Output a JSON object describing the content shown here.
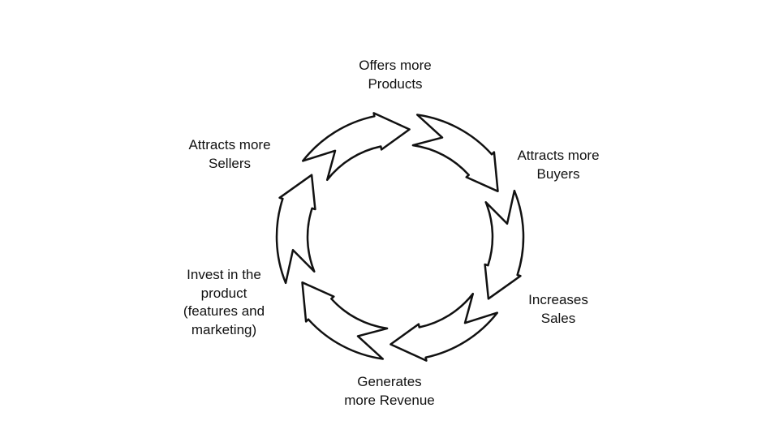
{
  "diagram": {
    "steps": [
      {
        "lines": [
          "Offers more",
          "Products"
        ]
      },
      {
        "lines": [
          "Attracts more",
          "Buyers"
        ]
      },
      {
        "lines": [
          "Increases",
          "Sales"
        ]
      },
      {
        "lines": [
          "Generates",
          "more Revenue"
        ]
      },
      {
        "lines": [
          "Invest in the",
          "product",
          "(features and",
          "marketing)"
        ]
      },
      {
        "lines": [
          "Attracts more",
          "Sellers"
        ]
      }
    ],
    "colors": {
      "arrow_fill": "#ffffff",
      "arrow_stroke": "#111111",
      "text": "#111111"
    }
  }
}
